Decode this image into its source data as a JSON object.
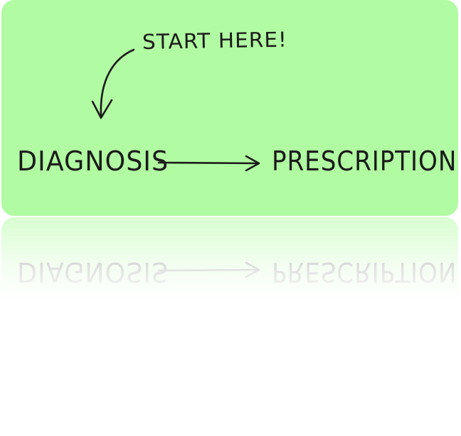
{
  "diagram": {
    "start_label": "START HERE!",
    "source_label": "DIAGNOSIS",
    "target_label": "PRESCRIPTION",
    "background_color": "#b1fba2",
    "ink_color": "#1b1b1b"
  }
}
